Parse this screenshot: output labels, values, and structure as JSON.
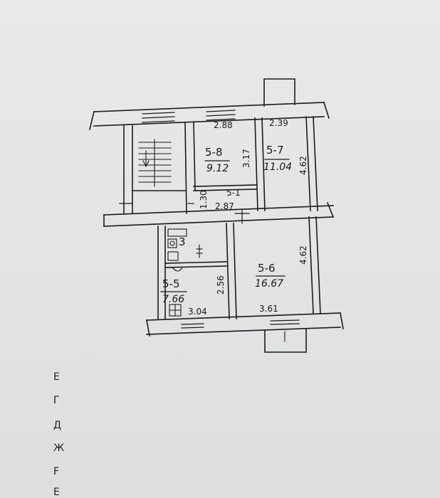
{
  "rooms": [
    {
      "id": "5-8",
      "area": "9.12"
    },
    {
      "id": "5-7",
      "area": "11.04"
    },
    {
      "id": "5-1",
      "area": "2.87"
    },
    {
      "id": "3",
      "area": ""
    },
    {
      "id": "5-6",
      "area": "16.67"
    },
    {
      "id": "5-5",
      "area": "7.66"
    }
  ],
  "dimensions": {
    "top_left": "2.88",
    "top_right": "2.39",
    "room58_side": "3.17",
    "room57_side": "4.62",
    "hall_side": "1.30",
    "room56_side": "4.62",
    "room55_side": "2.56",
    "kitchen_width": "3.04",
    "bottom_width": "3.61"
  },
  "margin_marks": [
    "Е",
    "Г",
    "Д",
    "Ж",
    "F",
    "Е"
  ],
  "colors": {
    "paper": "#e4e6e7",
    "ink": "#1a1a1a"
  }
}
